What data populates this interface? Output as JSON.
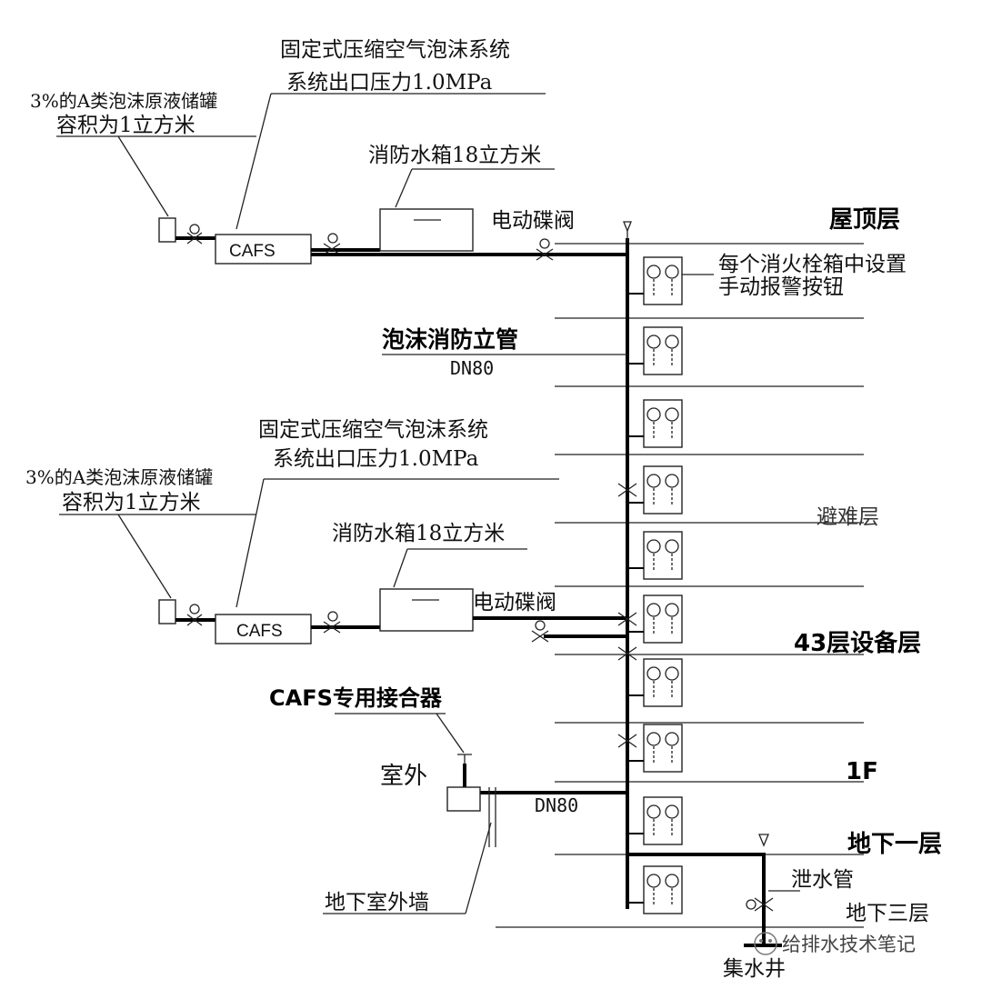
{
  "upper": {
    "cafs_label": "CAFS",
    "system_line1": "固定式压缩空气泡沫系统",
    "system_line2": "系统出口压力1.0MPa",
    "tank_line1": "3%的A类泡沫原液储罐",
    "tank_line2": "容积为1立方米",
    "water_tank": "消防水箱18立方米",
    "valve": "电动碟阀"
  },
  "lower": {
    "cafs_label": "CAFS",
    "system_line1": "固定式压缩空气泡沫系统",
    "system_line2": "系统出口压力1.0MPa",
    "tank_line1": "3%的A类泡沫原液储罐",
    "tank_line2": "容积为1立方米",
    "water_tank": "消防水箱18立方米",
    "valve": "电动碟阀"
  },
  "floors": {
    "roof": "屋顶层",
    "refuge": "避难层",
    "equipment": "43层设备层",
    "first": "1F",
    "b1": "地下一层",
    "b3": "地下三层"
  },
  "riser": {
    "title": "泡沫消防立管",
    "size": "DN80"
  },
  "cabinet_note": {
    "line1": "每个消火栓箱中设置",
    "line2": "手动报警按钮"
  },
  "outdoor": {
    "connector": "CAFS专用接合器",
    "outdoor_label": "室外",
    "pipe_size": "DN80",
    "wall": "地下室外墙"
  },
  "drain": {
    "pipe": "泄水管",
    "sump": "集水井"
  },
  "watermark": "给排水技术笔记"
}
